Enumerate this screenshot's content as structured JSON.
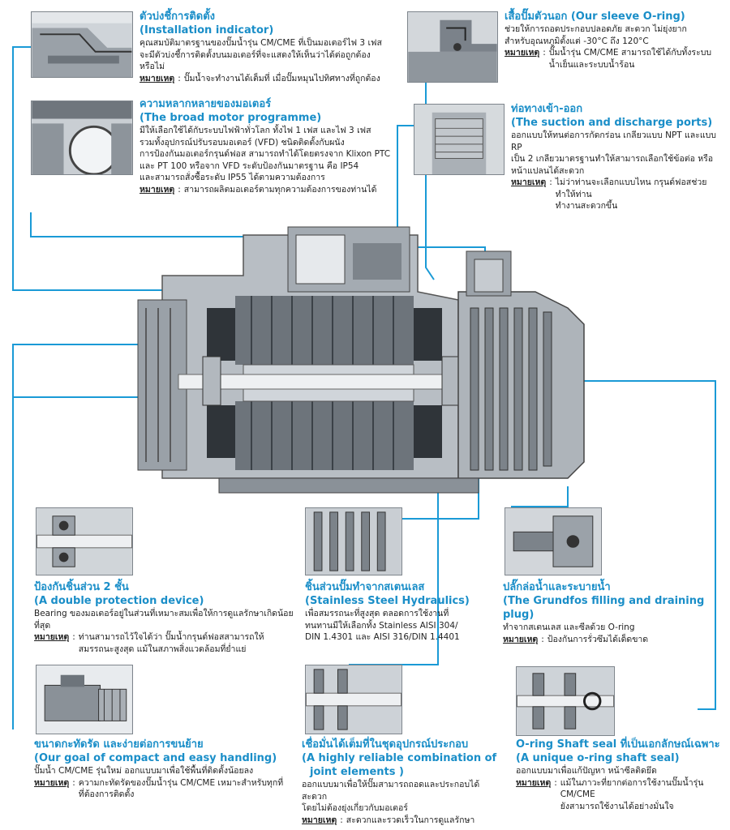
{
  "accent_color": "#1a8ec8",
  "note_label": "หมายเหตุ",
  "features": [
    {
      "id": "installation_indicator",
      "title_th": "ตัวบ่งชี้การติดตั้ง",
      "title_en": "(Installation indicator)",
      "desc": [
        "คุณสมบัติมาตรฐานของปั๊มน้ำรุ่น CM/CME ที่เป็นมอเตอร์ไฟ 3 เฟส",
        "จะมีตัวบ่งชี้การติดตั้งบนมอเตอร์ที่จะแสดงให้เห็นว่าได้ต่อถูกต้องหรือไม่"
      ],
      "note": [
        "ปั๊มน้ำจะทำงานได้เต็มที่ เมื่อปั๊มหมุนไปทิศทางที่ถูกต้อง"
      ]
    },
    {
      "id": "motor_programme",
      "title_th": "ความหลากหลายของมอเตอร์",
      "title_en": "(The broad motor programme)",
      "desc": [
        "มีให้เลือกใช้ได้กับระบบไฟฟ้าทั่วโลก ทั้งไฟ 1 เฟส และไฟ 3 เฟส",
        "รวมทั้งอุปกรณ์ปรับรอบมอเตอร์ (VFD) ชนิดติดตั้งกับผนัง",
        "การป้องกันมอเตอร์กรุนด์ฟอส สามารถทำได้โดยตรงจาก Klixon PTC",
        "และ PT 100 หรือจาก VFD ระดับป้องกันมาตรฐาน คือ IP54",
        "และสามารถสั่งซื้อระดับ IP55 ได้ตามความต้องการ"
      ],
      "note": [
        "สามารถผลิตมอเตอร์ตามทุกความต้องการของท่านได้"
      ]
    },
    {
      "id": "sleeve_oring",
      "title_th": "เสื้อปั๊มตัวนอก",
      "title_en": "(Our sleeve O-ring)",
      "desc": [
        "ช่วยให้การถอดประกอบปลอดภัย สะดวก ไม่ยุ่งยาก",
        "สำหรับอุณหภูมิตั้งแต่ -30°C ถึง 120°C"
      ],
      "note": [
        "ปั๊มน้ำรุ่น CM/CME สามารถใช้ได้กับทั้งระบบ",
        "น้ำเย็นและระบบน้ำร้อน"
      ]
    },
    {
      "id": "suction_discharge",
      "title_th": "ท่อทางเข้า-ออก",
      "title_en": "(The suction and discharge ports)",
      "desc": [
        "ออกแบบให้ทนต่อการกัดกร่อน เกลียวแบบ NPT และแบบ RP",
        "เป็น 2 เกลียวมาตรฐานทำให้สามารถเลือกใช้ข้อต่อ หรือ",
        "หน้าแปลนได้สะดวก"
      ],
      "note": [
        "ไม่ว่าท่านจะเลือกแบบไหน กรุนด์ฟอสช่วยทำให้ท่าน",
        "ทำงานสะดวกขึ้น"
      ]
    },
    {
      "id": "double_protection",
      "title_th": "ป้องกันชิ้นส่วน 2 ชั้น",
      "title_en": "(A double protection device)",
      "desc": [
        "Bearing ของมอเตอร์อยู่ในส่วนที่เหมาะสมเพื่อให้การดูแลรักษาเกิดน้อยที่สุด"
      ],
      "note": [
        "ท่านสามารถไว้ใจได้ว่า ปั๊มน้ำกรุนด์ฟอสสามารถให้",
        "สมรรถนะสูงสุด แม้ในสภาพสิ่งแวดล้อมที่ย่ำแย่"
      ]
    },
    {
      "id": "stainless_hydraulics",
      "title_th": "ชิ้นส่วนปั๊มทำจากสเตนเลส",
      "title_en": "(Stainless Steel Hydraulics)",
      "desc": [
        "เพื่อสมรรถนะที่สูงสุด ตลอดการใช้งานที่",
        "ทนทานมีให้เลือกทั้ง Stainless AISI 304/",
        "DIN 1.4301 และ AISI 316/DIN 1.4401"
      ],
      "note": []
    },
    {
      "id": "filling_draining_plug",
      "title_th": "ปลั๊กล่อน้ำและระบายน้ำ",
      "title_en": "(The Grundfos filling and draining plug)",
      "desc": [
        "ทำจากสเตนเลส และซีลด้วย O-ring"
      ],
      "note": [
        "ป้องกันการรั่วซึมได้เด็ดขาด"
      ]
    },
    {
      "id": "compact_handling",
      "title_th": "ขนาดกะทัดรัด และง่ายต่อการขนย้าย",
      "title_en": "(Our goal of compact and easy handling)",
      "desc": [
        "ปั๊มน้ำ CM/CME รุ่นใหม่ ออกแบบมาเพื่อใช้พื้นที่ติดตั้งน้อยลง"
      ],
      "note": [
        "ความกะทัดรัดของปั๊มน้ำรุ่น CM/CME เหมาะสำหรับทุกที่",
        "ที่ต้องการติดตั้ง"
      ]
    },
    {
      "id": "joint_elements",
      "title_th": "เชื่อมั่นได้เต็มที่ในชุดอุปกรณ์ประกอบ",
      "title_en": "(A highly reliable combination of",
      "title_en2": "joint elements )",
      "desc": [
        "ออกแบบมาเพื่อให้ปั๊มสามารถถอดและประกอบได้สะดวก",
        "โดยไม่ต้องยุ่งเกี่ยวกับมอเตอร์"
      ],
      "note": [
        "สะดวกและรวดเร็วในการดูแลรักษา"
      ]
    },
    {
      "id": "shaft_seal",
      "title_th": "O-ring Shaft seal ที่เป็นเอกลักษณ์เฉพาะ",
      "title_en": "(A unique o-ring shaft seal)",
      "desc": [
        "ออกแบบมาเพื่อแก้ปัญหา หน้าซีลติดยึด"
      ],
      "note": [
        "แม้ในภาวะที่ยากต่อการใช้งานปั๊มน้ำรุ่น CM/CME",
        "ยังสามารถใช้งานได้อย่างมั่นใจ"
      ]
    }
  ]
}
